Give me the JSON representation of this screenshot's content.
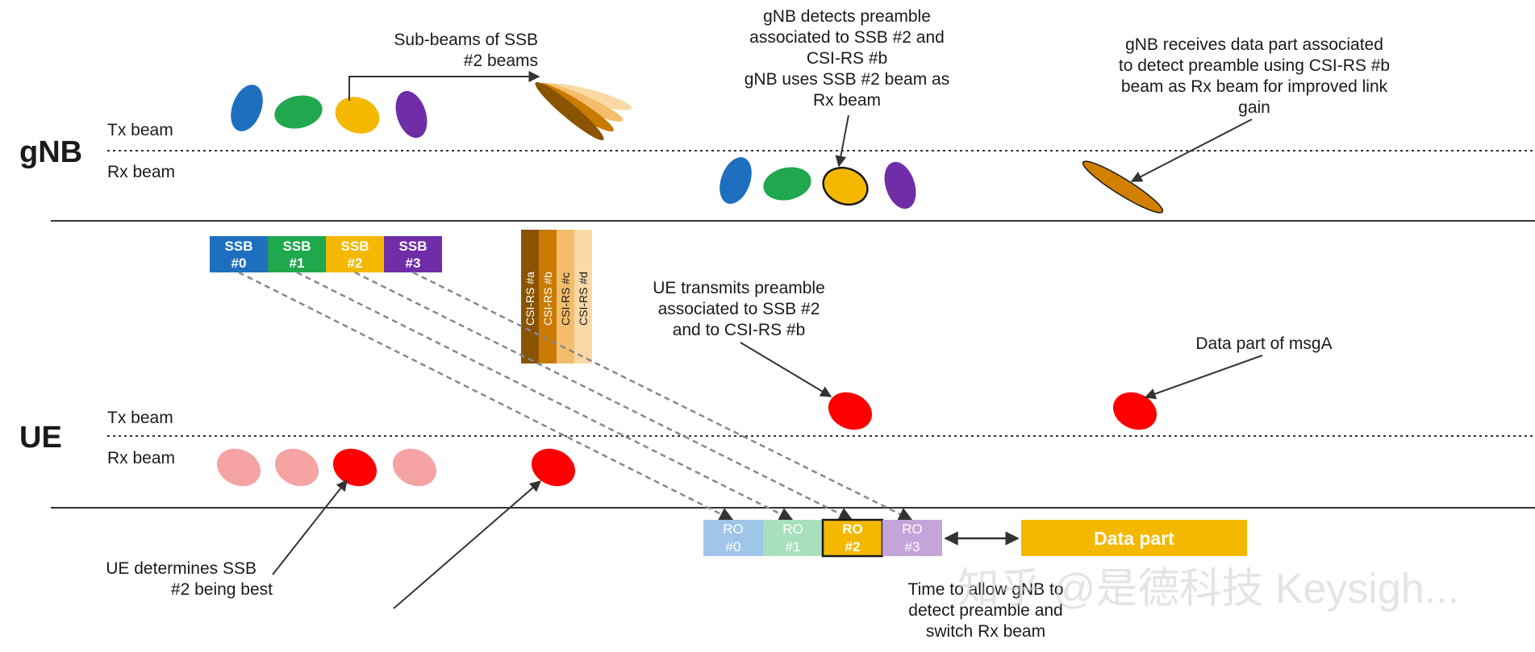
{
  "nodes": {
    "gnb": "gNB",
    "ue": "UE"
  },
  "beam_labels": {
    "gnb_tx": "Tx beam",
    "gnb_rx": "Rx beam",
    "ue_tx": "Tx beam",
    "ue_rx": "Rx beam"
  },
  "ssb_blocks": [
    {
      "line1": "SSB",
      "line2": "#0",
      "color": "#1f6fbf"
    },
    {
      "line1": "SSB",
      "line2": "#1",
      "color": "#1fa84d"
    },
    {
      "line1": "SSB",
      "line2": "#2",
      "color": "#f5b800"
    },
    {
      "line1": "SSB",
      "line2": "#3",
      "color": "#6f2da8"
    }
  ],
  "csi_rs": [
    {
      "label": "CSI-RS #a",
      "color": "#8a5300",
      "text_color": "#ffffff"
    },
    {
      "label": "CSI-RS #b",
      "color": "#c97a00",
      "text_color": "#ffffff"
    },
    {
      "label": "CSI-RS #c",
      "color": "#f3bd6b",
      "text_color": "#1a1a1a"
    },
    {
      "label": "CSI-RS #d",
      "color": "#fbd9a6",
      "text_color": "#1a1a1a"
    }
  ],
  "ro_blocks": [
    {
      "line1": "RO",
      "line2": "#0",
      "color": "#9fc5e8"
    },
    {
      "line1": "RO",
      "line2": "#1",
      "color": "#a8dfbc"
    },
    {
      "line1": "RO",
      "line2": "#2",
      "color": "#f5b800"
    },
    {
      "line1": "RO",
      "line2": "#3",
      "color": "#c3a5d9"
    }
  ],
  "data_part": "Data part",
  "annotations": {
    "sub_beams": [
      "Sub-beams of SSB",
      "#2 beams"
    ],
    "gnb_detects": [
      "gNB detects preamble",
      "associated to SSB #2 and",
      "CSI-RS #b",
      "gNB uses SSB #2 beam as",
      "Rx beam"
    ],
    "gnb_receives": [
      "gNB receives data part associated",
      "to detect preamble using CSI-RS #b",
      "beam as Rx beam for improved link",
      "gain"
    ],
    "ue_transmits": [
      "UE transmits preamble",
      "associated to SSB #2",
      "and to CSI-RS #b"
    ],
    "data_part_msga": [
      "Data part of msgA"
    ],
    "ue_determines": [
      "UE determines SSB",
      "#2 being best"
    ],
    "time_to_allow": [
      "Time to allow gNB to",
      "detect preamble and",
      "switch Rx beam"
    ]
  },
  "watermark": "知乎 @是德科技 Keysigh...",
  "colors": {
    "ue_beam": "#ff0000",
    "ue_beam_faded": "#f6a3a3",
    "sub_beam_dark": "#8a5300",
    "sub_beam_light": "#fbd9a6",
    "gnb_rx_beam": "#d17f00"
  }
}
